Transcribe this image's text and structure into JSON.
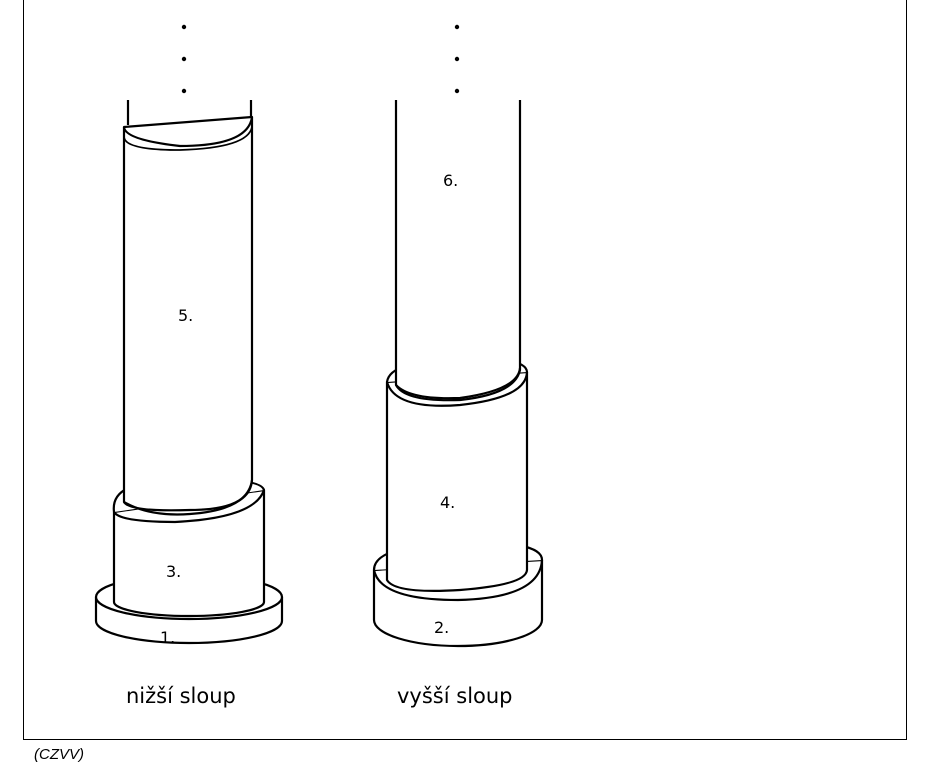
{
  "figure": {
    "columns": [
      {
        "caption": "nižší sloup",
        "parts": [
          {
            "label": "1.",
            "role": "base plinth"
          },
          {
            "label": "3.",
            "role": "socket"
          },
          {
            "label": "5.",
            "role": "shaft"
          }
        ]
      },
      {
        "caption": "vyšší sloup",
        "parts": [
          {
            "label": "2.",
            "role": "base plinth"
          },
          {
            "label": "4.",
            "role": "socket"
          },
          {
            "label": "6.",
            "role": "shaft"
          }
        ]
      }
    ],
    "continuation_marker": "⋮"
  },
  "source_note": "(CZVV)",
  "colors": {
    "line": "#000000",
    "fill": "#ffffff"
  }
}
